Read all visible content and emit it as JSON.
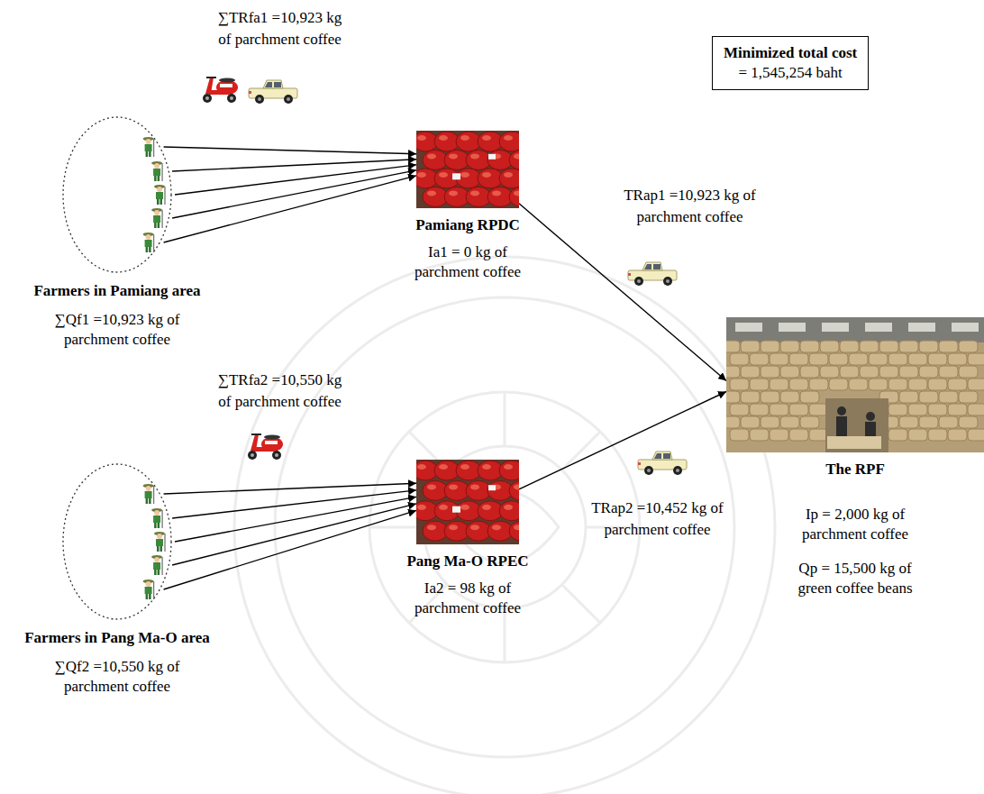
{
  "diagram": {
    "nodes": [
      {
        "text": [
          "Minimized total cost",
          "= 1,545,254 baht"
        ]
      },
      {
        "text": [
          "Farmers in Pamiang area",
          "∑Qf1 =10,923 kg of parchment coffee"
        ]
      },
      {
        "text": [
          "Pamiang RPDC",
          "Ia1 = 0 kg of parchment coffee"
        ]
      },
      {
        "text": [
          "The RPF",
          "Ip = 2,000 kg of parchment coffee",
          "Qp = 15,500 kg of green coffee beans"
        ]
      },
      {
        "text": [
          "Farmers in Pang Ma-O area",
          "∑Qf2 =10,550 kg of parchment coffee"
        ]
      },
      {
        "text": [
          "Pang Ma-O RPEC",
          "Ia2 = 98 kg of parchment coffee"
        ]
      }
    ],
    "edges": [
      {
        "from": 1,
        "to": 2,
        "arrow": "to"
      },
      {
        "from": 1,
        "to": 2,
        "arrow": "to"
      },
      {
        "from": 1,
        "to": 2,
        "arrow": "to"
      },
      {
        "from": 1,
        "to": 2,
        "arrow": "to"
      },
      {
        "from": 1,
        "to": 2,
        "arrow": "to"
      },
      {
        "from": 2,
        "to": 3,
        "arrow": "to"
      },
      {
        "from": 4,
        "to": 5,
        "arrow": "to"
      },
      {
        "from": 4,
        "to": 5,
        "arrow": "to"
      },
      {
        "from": 4,
        "to": 5,
        "arrow": "to"
      },
      {
        "from": 4,
        "to": 5,
        "arrow": "to"
      },
      {
        "from": 4,
        "to": 5,
        "arrow": "to"
      },
      {
        "from": 5,
        "to": 3,
        "arrow": "to"
      }
    ],
    "labels": [
      "∑TRfa1 =10,923 kg of parchment coffee",
      "TRap1 =10,923 kg of parchment coffee",
      "∑TRfa2 =10,550 kg of parchment coffee",
      "TRap2 =10,452 kg of parchment coffee"
    ]
  }
}
